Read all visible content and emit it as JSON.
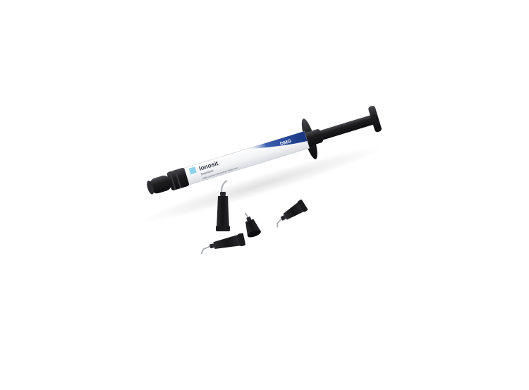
{
  "product": {
    "name": "Ionosit",
    "subtitle": "Baseliner",
    "description": "Light-curing compomer base liner",
    "brand": "DMG"
  },
  "colors": {
    "background": "#ffffff",
    "syringe_black": "#1a1a1c",
    "label_white": "#f4f5f7",
    "label_blue": "#1d3f8f",
    "accent_cyan": "#8fd3ea",
    "needle_metal": "#a9acb0"
  },
  "items": {
    "syringe": "syringe",
    "tips_count": 4
  }
}
